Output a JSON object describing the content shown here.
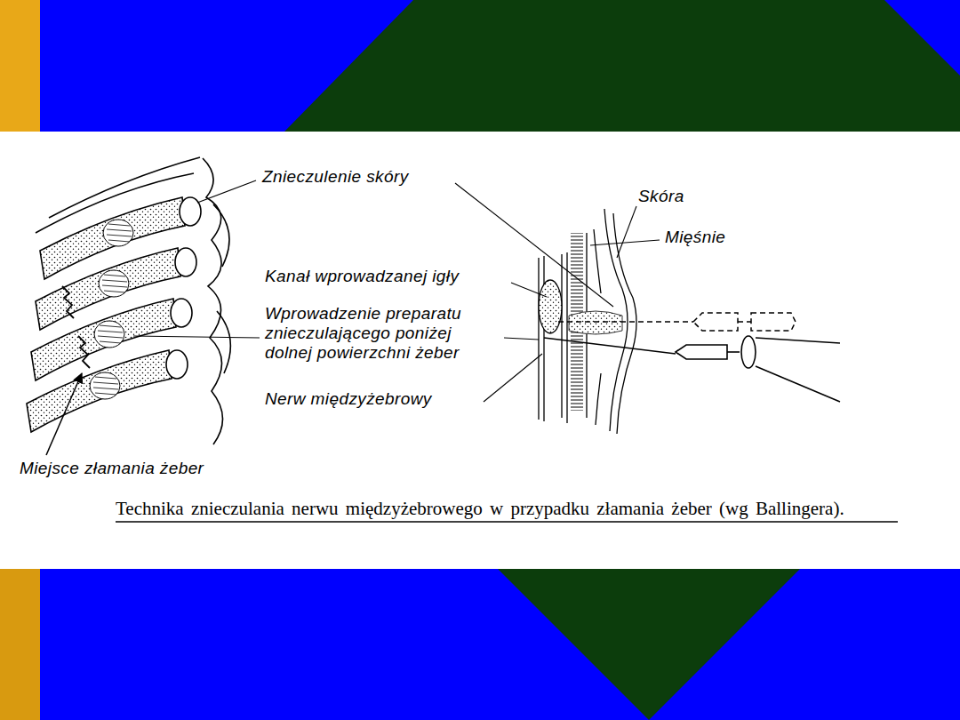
{
  "diagram": {
    "caption": "Technika znieczulania nerwu międzyżebrowego w przypadku złamania żeber (wg Ballingera).",
    "labels": [
      "Znieczulenie skóry",
      "Skóra",
      "Mięśnie",
      "Kanał wprowadzanej igły",
      "Wprowadzenie preparatu znieczulającego poniżej dolnej powierzchni żeber",
      "Nerw międzyżebrowy",
      "Miejsce złamania żeber"
    ]
  }
}
